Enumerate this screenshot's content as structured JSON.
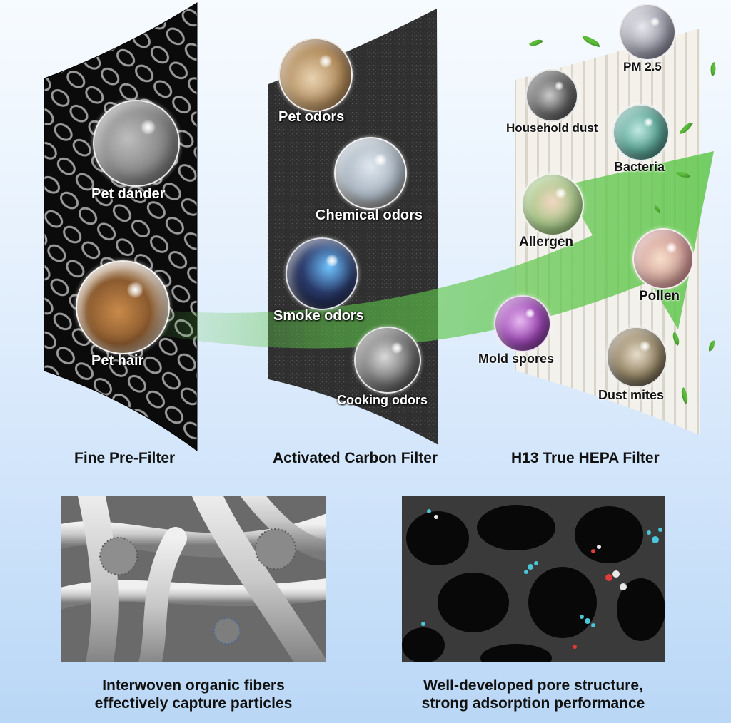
{
  "filters": [
    {
      "title": "Fine Pre-Filter",
      "labels": [
        "Pet dander",
        "Pet hair"
      ]
    },
    {
      "title": "Activated Carbon Filter",
      "labels": [
        "Pet odors",
        "Chemical odors",
        "Smoke odors",
        "Cooking odors"
      ]
    },
    {
      "title": "H13 True HEPA Filter",
      "labels": [
        "PM 2.5",
        "Household dust",
        "Bacteria",
        "Allergen",
        "Pollen",
        "Mold spores",
        "Dust mites"
      ]
    }
  ],
  "captions": {
    "fibers": [
      "Interwoven organic fibers",
      "effectively capture particles"
    ],
    "pores": [
      "Well-developed pore structure,",
      "strong adsorption performance"
    ]
  },
  "colors": {
    "airflow": "#5ec64a",
    "carbon": "#2a2a2a",
    "mesh": "#0d0d0d"
  },
  "icons": {
    "pet-dander": "fur-bubble-icon",
    "pet-hair": "cat-dog-bubble-icon",
    "pet-odors": "dog-bubble-icon",
    "chemical-odors": "factory-bubble-icon",
    "smoke-odors": "smoke-bubble-icon",
    "cooking-odors": "steam-bubble-icon",
    "pm25": "particle-bubble-icon",
    "household-dust": "dust-bubble-icon",
    "bacteria": "bacteria-bubble-icon",
    "allergen": "sneeze-bubble-icon",
    "pollen": "pollen-bubble-icon",
    "mold-spores": "spore-bubble-icon",
    "dust-mites": "mite-bubble-icon"
  }
}
